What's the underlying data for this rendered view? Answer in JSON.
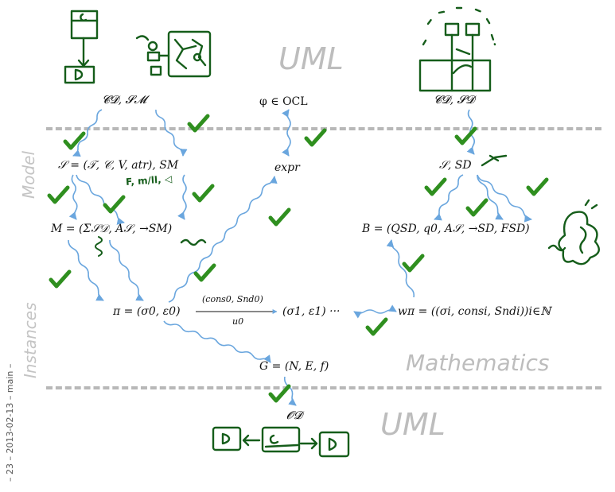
{
  "headings": {
    "uml_top": "UML",
    "uml_bottom": "UML",
    "mathematics": "Mathematics",
    "model": "Model",
    "instances": "Instances"
  },
  "margin_note": "– 23 – 2013-02-13 – main –",
  "nodes": {
    "cd_sm": "𝓒𝓓, 𝓢𝓜",
    "phi_ocl": "φ ∈ OCL",
    "cd_sd": "𝓒𝓓, 𝓢𝓓",
    "signature": "𝒮 = (𝒯, 𝒞, V, atr), SM",
    "expr": "expr",
    "s_sd": "𝒮, SD",
    "m_tuple": "M = (Σ𝒮𝒟, A𝒮, →SM)",
    "b_tuple": "B = (QSD, q0, A𝒮, →SD, FSD)",
    "pi_left": "π = (σ0, ε0)",
    "transition_top": "(cons0, Snd0)",
    "transition_bottom": "u0",
    "pi_right": "(σ1, ε1) ···",
    "w_pi": "wπ = ((σi, consi, Sndi))i∈ℕ",
    "g_tuple": "G = (N, E, f)",
    "od": "𝓞𝓓"
  },
  "annotations": {
    "handwritten": "F, m/ll, ◁"
  },
  "icons": [
    "class-diagram-sketch",
    "state-machine-sketch",
    "sequence-diagram-sketch",
    "object-diagram-sketch",
    "checkmark-icon",
    "squiggle-arrow-icon",
    "dashed-separator"
  ],
  "colors": {
    "arrow": "#6aa6de",
    "check": "#2f8f1f",
    "ink": "#155d1a",
    "heading": "#bdbdbd",
    "separator": "#b8b8b8"
  }
}
